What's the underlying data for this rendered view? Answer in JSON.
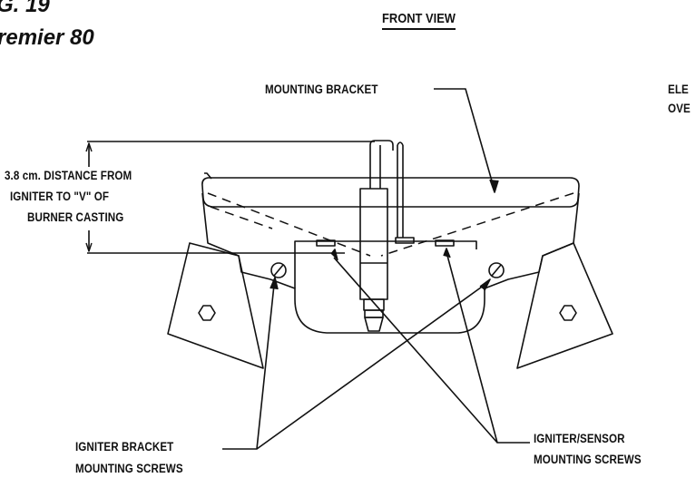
{
  "figure": {
    "number": "G. 19",
    "model": "remier 80"
  },
  "view_title": "FRONT VIEW",
  "labels": {
    "mounting_bracket": "MOUNTING BRACKET",
    "electrode_line1": "ELE",
    "electrode_line2": "OVE",
    "distance_line1": "3.8 cm. DISTANCE FROM",
    "distance_line2": "IGNITER TO \"V\" OF",
    "distance_line3": "BURNER CASTING",
    "igniter_bracket_line1": "IGNITER BRACKET",
    "igniter_bracket_line2": "MOUNTING SCREWS",
    "igniter_sensor_line1": "IGNITER/SENSOR",
    "igniter_sensor_line2": "MOUNTING SCREWS"
  }
}
